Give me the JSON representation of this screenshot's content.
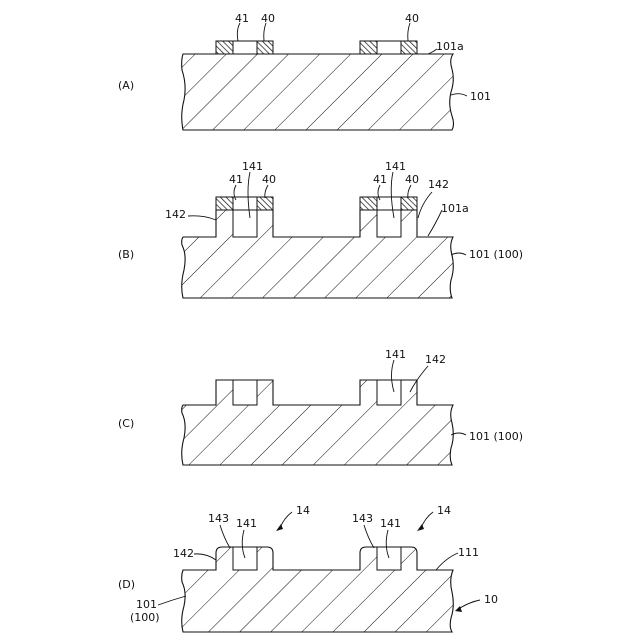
{
  "panels": {
    "A": {
      "tag": "(A)",
      "labels": {
        "mask_opening": "41",
        "mask_left": "40",
        "mask_right": "40",
        "surface": "101a",
        "substrate": "101"
      }
    },
    "B": {
      "tag": "(B)",
      "labels": {
        "opening_left": "41",
        "fin_left": "141",
        "mask_left": "40",
        "opening_right": "41",
        "fin_right": "141",
        "mask_right": "40",
        "wall_right": "142",
        "surface": "101a",
        "wall_left": "142",
        "substrate": "101 (100)"
      }
    },
    "C": {
      "tag": "(C)",
      "labels": {
        "fin": "141",
        "wall": "142",
        "substrate": "101 (100)"
      }
    },
    "D": {
      "tag": "(D)",
      "labels": {
        "corner_left": "143",
        "fin_left": "141",
        "struct_left": "14",
        "corner_right": "143",
        "fin_right": "141",
        "struct_right": "14",
        "wall": "142",
        "surface": "111",
        "substrate_line1": "101",
        "substrate_line2": "(100)",
        "device": "10"
      }
    }
  },
  "icons": [
    "curved-arrow-icon",
    "hatch-pattern"
  ]
}
